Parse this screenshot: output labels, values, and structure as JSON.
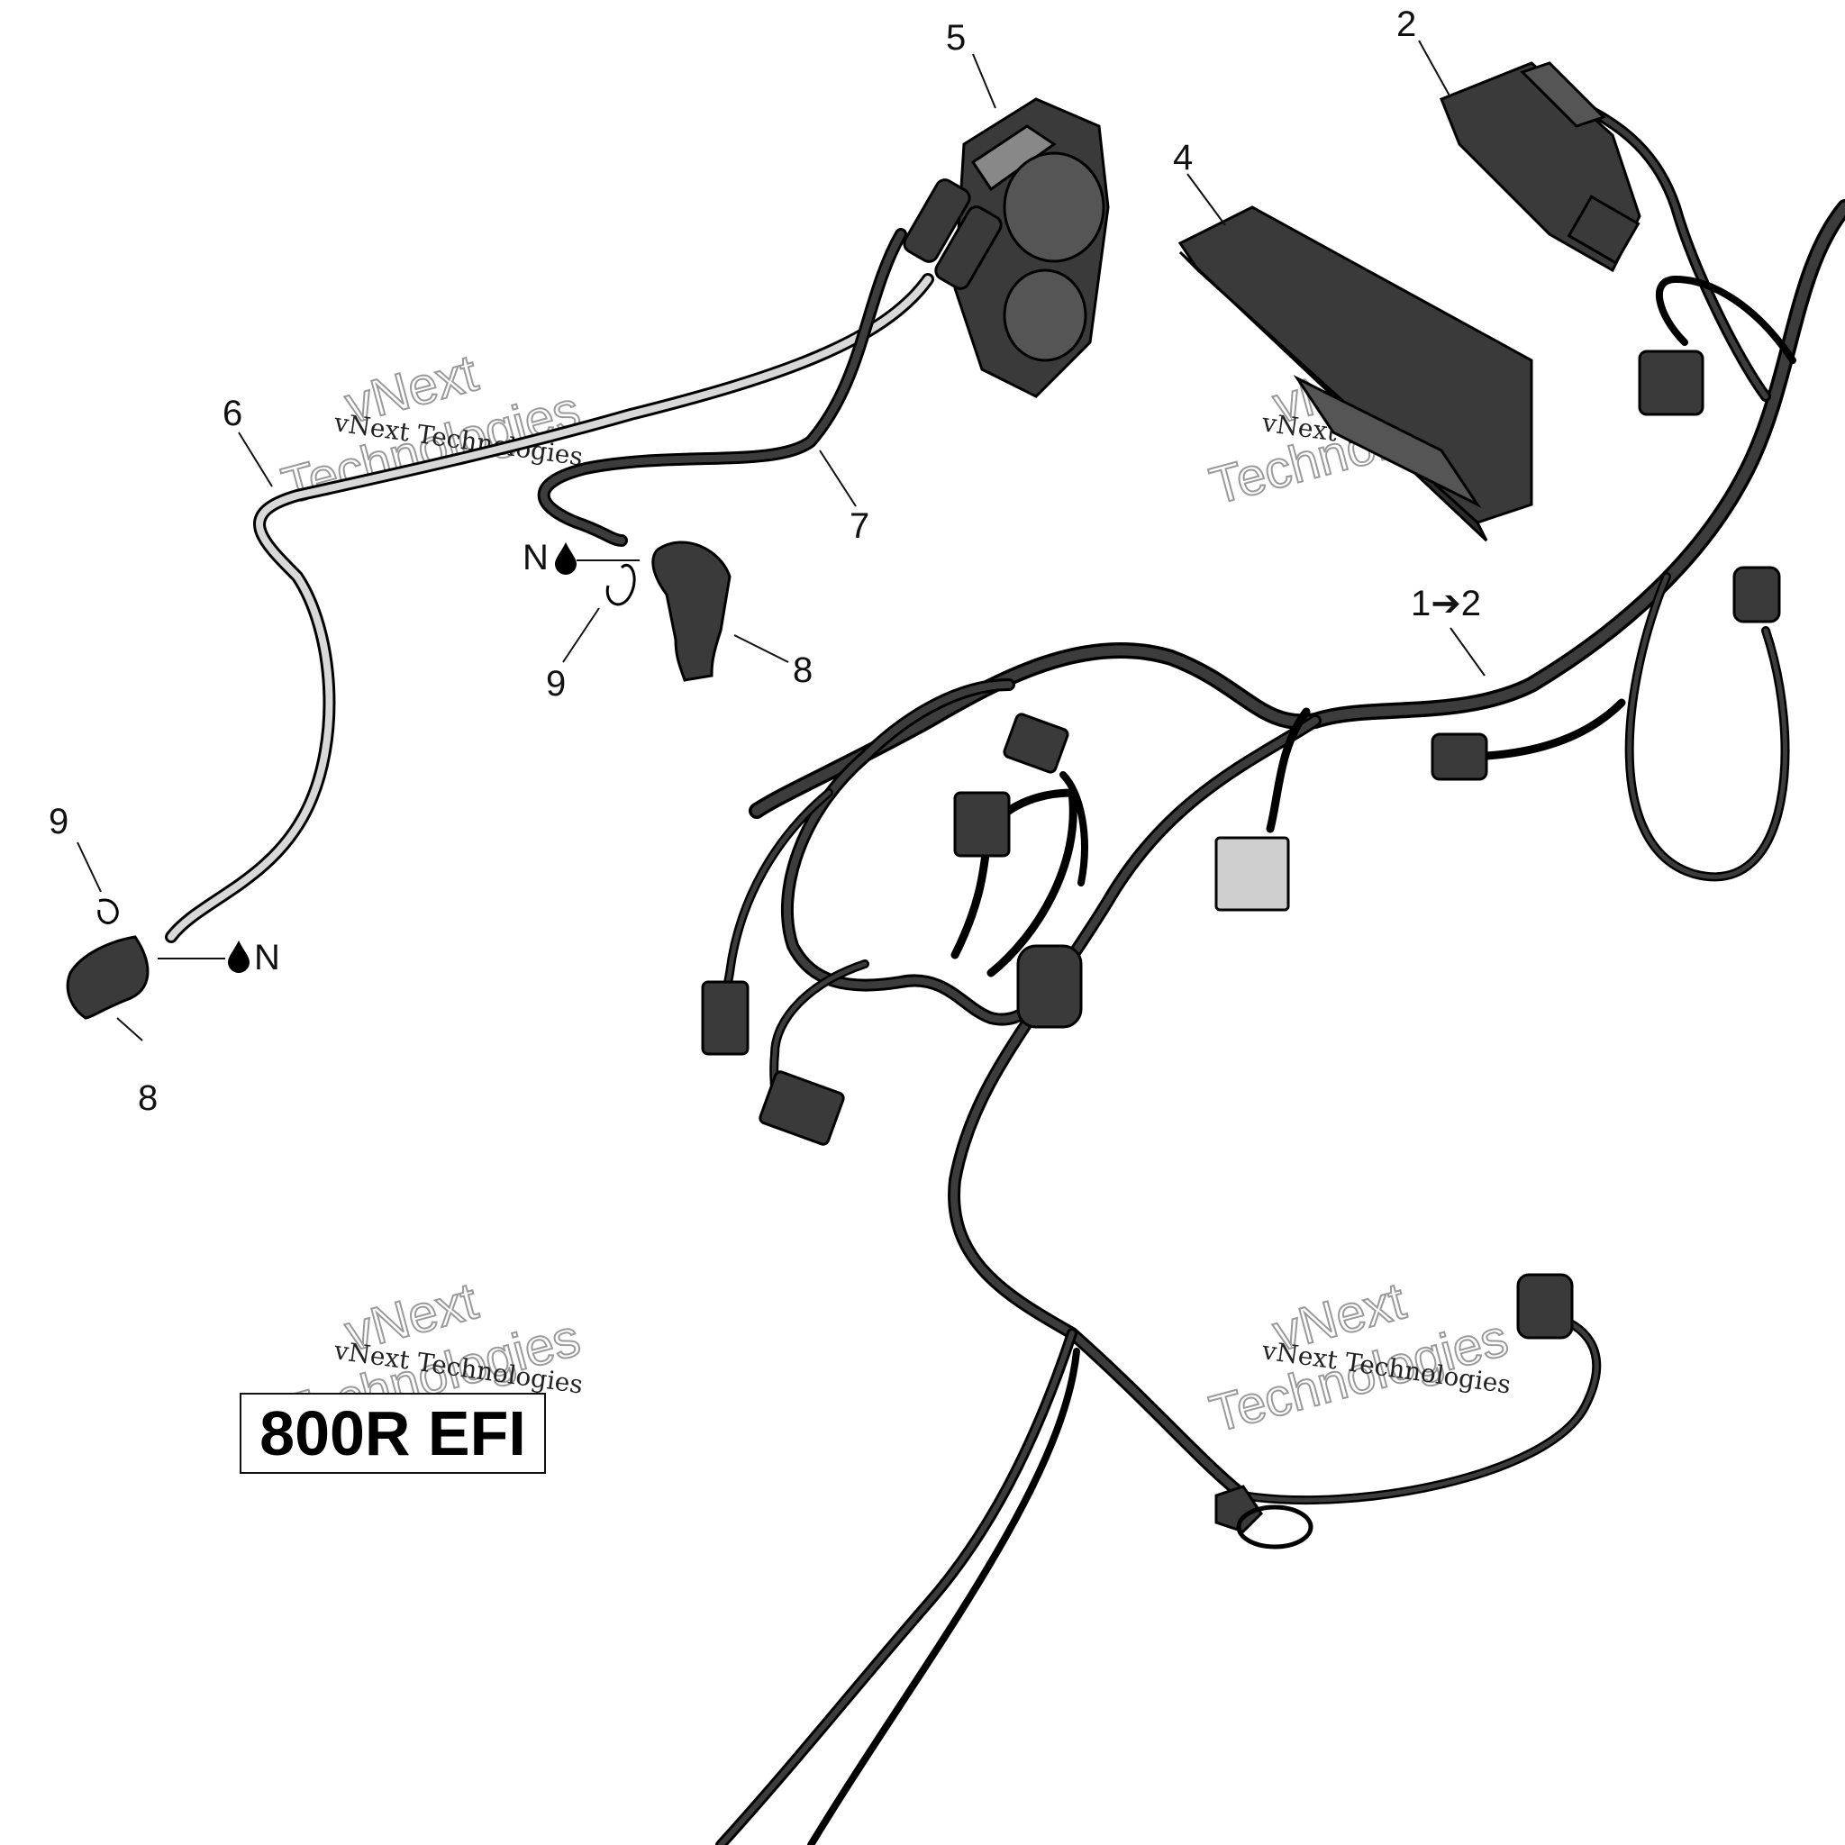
{
  "model_label": "800R EFI",
  "callouts": {
    "c1": "1➔2",
    "c2": "2",
    "c4": "4",
    "c5": "5",
    "c6": "6",
    "c7": "7",
    "c8a": "8",
    "c8b": "8",
    "c9a": "9",
    "c9b": "9",
    "n_upper": "N",
    "n_lower": "N"
  },
  "watermark": {
    "small": "vNext Technologies",
    "big_line1": "vNext",
    "big_line2": "Technologies"
  }
}
